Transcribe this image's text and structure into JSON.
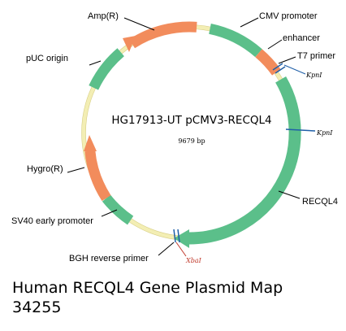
{
  "plasmid": {
    "name": "HG17913-UT pCMV3-RECQL4",
    "size": "9679 bp"
  },
  "features": [
    {
      "label": "CMV promoter",
      "type": "promoter",
      "color": "#5bbf8a"
    },
    {
      "label": "enhancer",
      "type": "enhancer",
      "color": "#f28c5c"
    },
    {
      "label": "RECQL4",
      "type": "gene",
      "color": "#5bbf8a",
      "arrow": true
    },
    {
      "label": "SV40 early promoter",
      "type": "promoter",
      "color": "#5bbf8a"
    },
    {
      "label": "Hygro(R)",
      "type": "resistance",
      "color": "#f28c5c",
      "arrow": true
    },
    {
      "label": "pUC origin",
      "type": "origin",
      "color": "#5bbf8a"
    },
    {
      "label": "Amp(R)",
      "type": "resistance",
      "color": "#f28c5c",
      "arrow": true
    }
  ],
  "primers": [
    {
      "label": "T7 primer"
    },
    {
      "label": "BGH reverse primer"
    }
  ],
  "sites": [
    {
      "label": "KpnI"
    },
    {
      "label": "KpnI"
    },
    {
      "label": "XbaI"
    }
  ],
  "caption": {
    "line1": "Human RECQL4 Gene Plasmid Map",
    "line2": "34255"
  },
  "colors": {
    "backbone": "#f3eeb4",
    "green": "#5bbf8a",
    "orange": "#f28c5c",
    "site_line": "#1f5fa8",
    "xba_text": "#c0392b"
  }
}
